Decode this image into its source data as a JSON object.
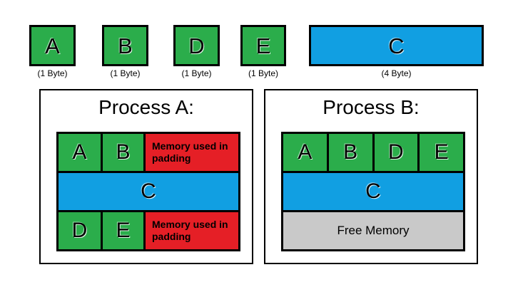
{
  "colors": {
    "green": "#2BAD4B",
    "blue": "#119FE2",
    "red": "#E51F26",
    "gray": "#C9C9C9",
    "border": "#000000",
    "background": "#FFFFFF"
  },
  "legend": {
    "items": [
      {
        "label": "A",
        "size": "(1 Byte)",
        "color_key": "green"
      },
      {
        "label": "B",
        "size": "(1 Byte)",
        "color_key": "green"
      },
      {
        "label": "D",
        "size": "(1 Byte)",
        "color_key": "green"
      },
      {
        "label": "E",
        "size": "(1 Byte)",
        "color_key": "green"
      },
      {
        "label": "C",
        "size": "(4 Byte)",
        "color_key": "blue"
      }
    ]
  },
  "process_a": {
    "title": "Process A:",
    "row1": {
      "cell1": "A",
      "cell2": "B",
      "padding": "Memory used in padding"
    },
    "row2": {
      "cell": "C"
    },
    "row3": {
      "cell1": "D",
      "cell2": "E",
      "padding": "Memory used in padding"
    }
  },
  "process_b": {
    "title": "Process B:",
    "row1": {
      "cell1": "A",
      "cell2": "B",
      "cell3": "D",
      "cell4": "E"
    },
    "row2": {
      "cell": "C"
    },
    "row3": {
      "free": "Free Memory"
    }
  }
}
